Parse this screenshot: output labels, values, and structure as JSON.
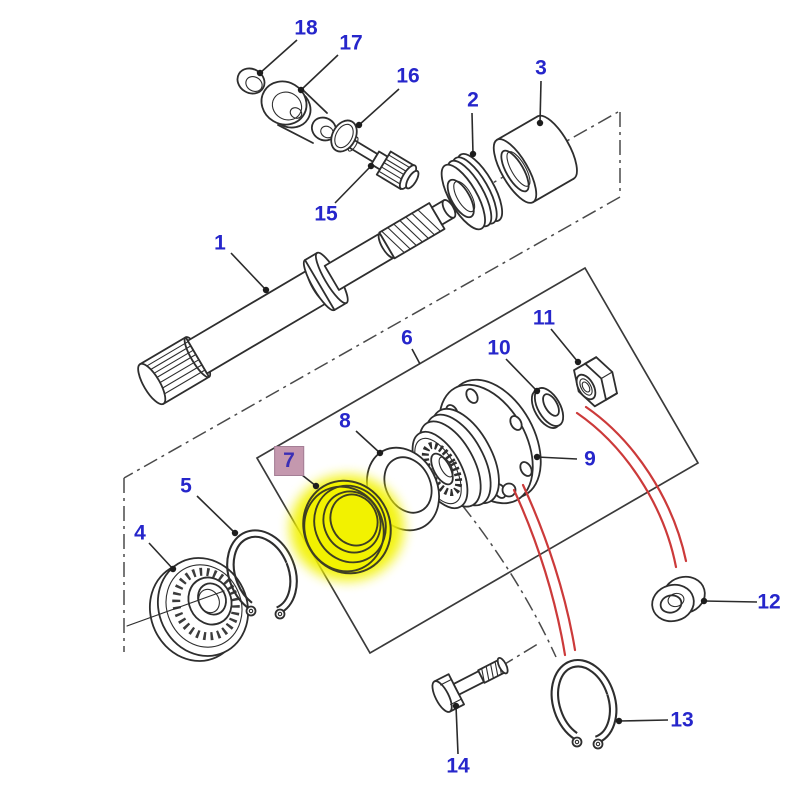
{
  "diagram": {
    "background": "#ffffff",
    "kind": "exploded-parts-diagram",
    "colors": {
      "background": "#ffffff",
      "outline": "#2e2e2e",
      "label_text": "#2626cb",
      "highlight_fill": "#f2f200",
      "highlight_label_bg": "#c498ae",
      "highlight_label_text": "#3b2fb5",
      "red_pointer": "#cc3a3a"
    },
    "callouts": [
      {
        "num": "1",
        "part": "drive-shaft"
      },
      {
        "num": "2",
        "part": "ribbed-seal"
      },
      {
        "num": "3",
        "part": "bush"
      },
      {
        "num": "4",
        "part": "ball-bearing"
      },
      {
        "num": "5",
        "part": "circlip"
      },
      {
        "num": "6",
        "part": "kit-boundary"
      },
      {
        "num": "7",
        "part": "oil-seal",
        "highlighted": true
      },
      {
        "num": "8",
        "part": "dished-washer"
      },
      {
        "num": "9",
        "part": "hub-flange"
      },
      {
        "num": "10",
        "part": "washer"
      },
      {
        "num": "11",
        "part": "lock-nut"
      },
      {
        "num": "12",
        "part": "thick-washer"
      },
      {
        "num": "13",
        "part": "circlip"
      },
      {
        "num": "14",
        "part": "bolt"
      },
      {
        "num": "15",
        "part": "stub-shaft"
      },
      {
        "num": "16",
        "part": "ring"
      },
      {
        "num": "17",
        "part": "coupling"
      },
      {
        "num": "18",
        "part": "cap"
      }
    ]
  }
}
